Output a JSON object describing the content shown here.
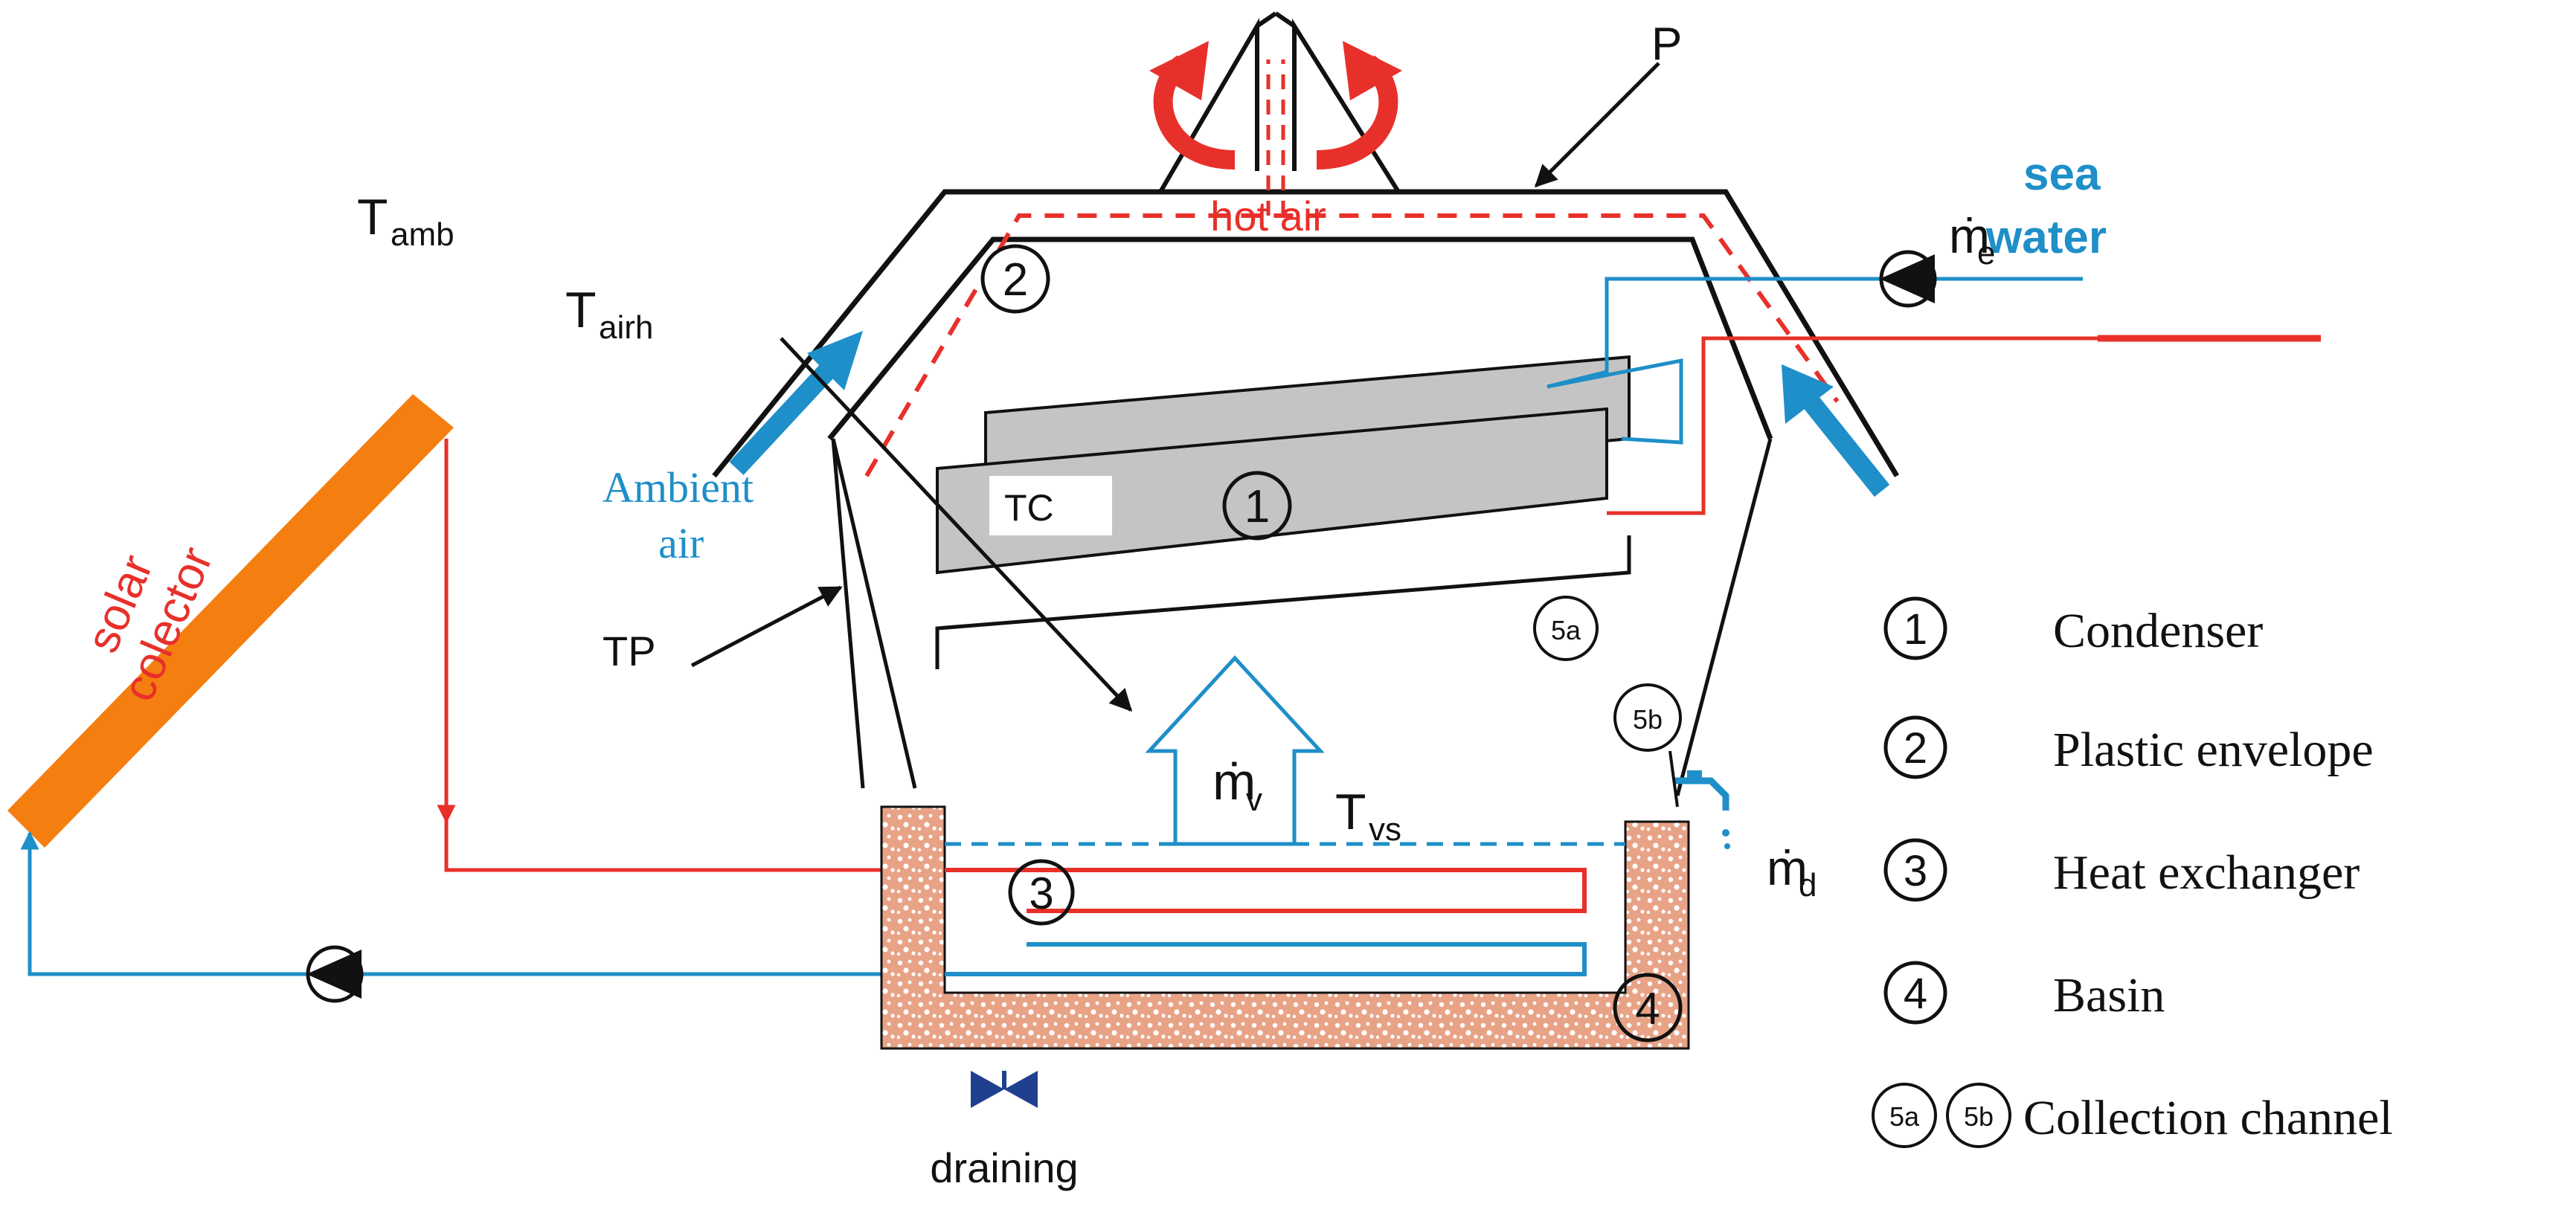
{
  "labels": {
    "p": "P",
    "hot_air": "hot air",
    "t_amb": "T",
    "t_amb_sub": "amb",
    "t_airh": "T",
    "t_airh_sub": "airh",
    "sea": "sea",
    "water": "water",
    "m_e": "ṁ",
    "m_e_sub": "e",
    "solar": "solar",
    "colector": "colector",
    "ambient": "Ambient",
    "air": "air",
    "tc": "TC",
    "tp": "TP",
    "m_v": "ṁ",
    "m_v_sub": "v",
    "t_vs": "T",
    "t_vs_sub": "vs",
    "m_d": "ṁ",
    "m_d_sub": "d",
    "draining": "draining"
  },
  "markers": {
    "n1": "1",
    "n2": "2",
    "n3": "3",
    "n4": "4",
    "n5a": "5a",
    "n5b": "5b"
  },
  "legend": [
    {
      "num": "1",
      "text": "Condenser"
    },
    {
      "num": "2",
      "text": "Plastic envelope"
    },
    {
      "num": "3",
      "text": "Heat exchanger"
    },
    {
      "num": "4",
      "text": "Basin"
    },
    {
      "num": "5a",
      "num2": "5b",
      "text": "Collection channel"
    }
  ],
  "colors": {
    "hot": "#e8302a",
    "cold": "#1e8fc8",
    "solar": "#f57e10",
    "basin": "#e9a58b",
    "condenser": "#c4c4c4",
    "text_red": "#e8302a",
    "text_blue": "#1e8fc8",
    "valve": "#1f3f8f"
  }
}
